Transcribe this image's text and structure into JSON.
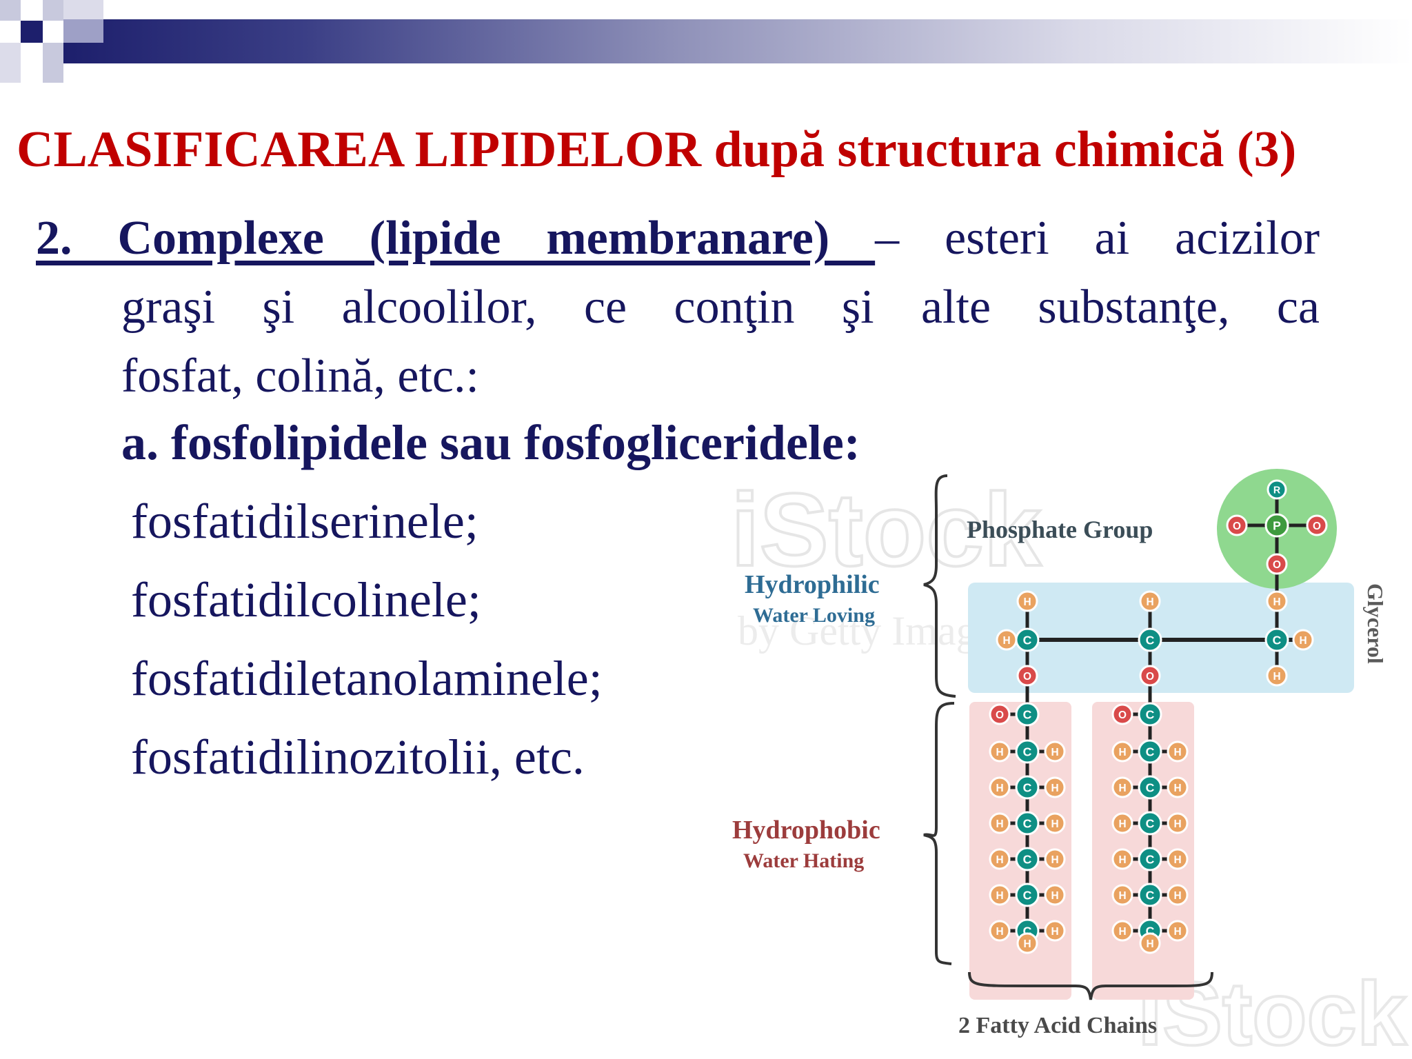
{
  "slide": {
    "title": "CLASIFICAREA LIPIDELOR după structura chimică (3)",
    "heading": "2. Complexe (lipide membranare) ",
    "intro_line1_rest": "– esteri ai acizilor",
    "intro_line2": "graşi şi alcoolilor, ce conţin şi alte substanţe, ca",
    "intro_line3": "fosfat, colină, etc.:",
    "subheading": "a. fosfolipidele sau fosfogliceridele:",
    "items": [
      "fosfatidilserinele;",
      "fosfatidilcolinele;",
      "fosfatidiletanolaminele;",
      "fosfatidilinozitolii, etc."
    ]
  },
  "diagram": {
    "labels": {
      "phosphate_group": "Phosphate Group",
      "glycerol": "Glycerol",
      "hydrophilic": "Hydrophilic",
      "hydrophilic_sub": "Water Loving",
      "hydrophobic": "Hydrophobic",
      "hydrophobic_sub": "Water Hating",
      "fatty_acid_chains": "2 Fatty Acid Chains"
    },
    "atoms": {
      "carbon": "C",
      "hydrogen": "H",
      "oxygen": "O",
      "phosphorus": "P",
      "r_group": "R"
    },
    "watermark": "iStock",
    "watermark_sub": "by Getty Images",
    "colors": {
      "carbon": "#0e8f84",
      "hydrogen": "#e9a260",
      "oxygen": "#d94a4a",
      "phosphorus": "#3e9a3e",
      "phosphate_zone": "#8fd88f",
      "glycerol_zone": "#cfe9f3",
      "chain_zone": "#f7d9d9",
      "hydrophilic_text": "#2e6c94",
      "hydrophobic_text": "#9c3c3c"
    }
  }
}
